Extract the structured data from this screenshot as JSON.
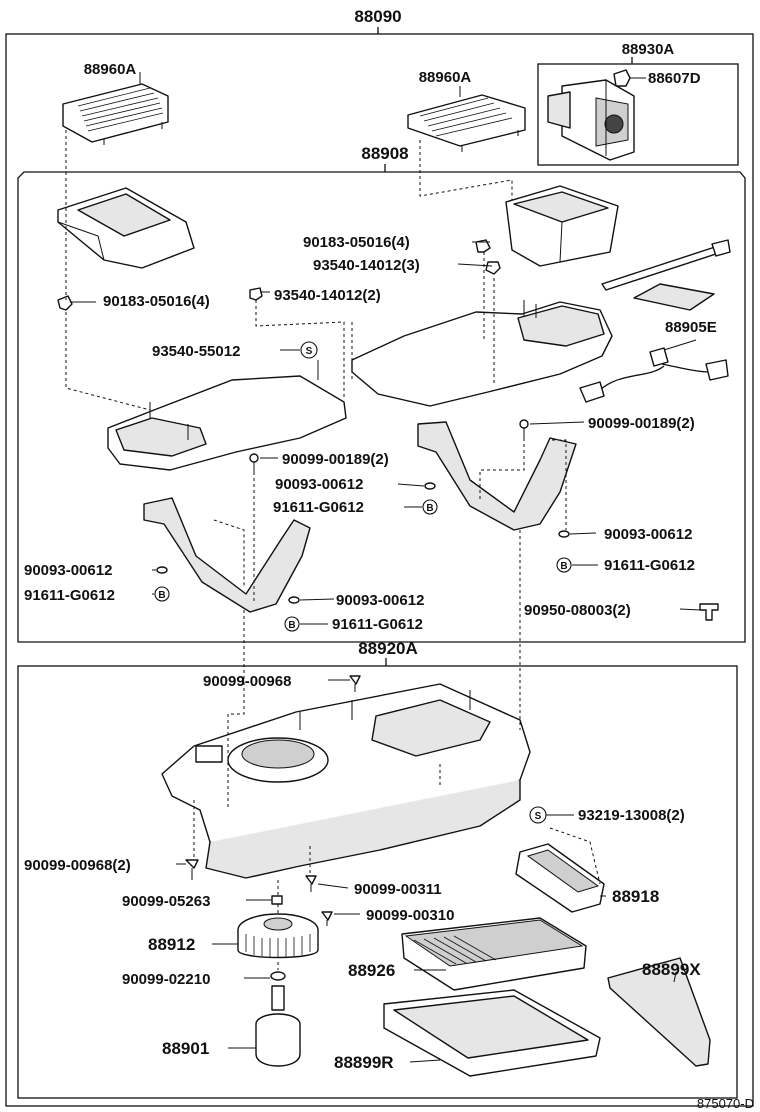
{
  "diagram": {
    "doc_ref": "875070-D",
    "labels": {
      "assembly_88090": "88090",
      "cover_left": "88960A",
      "cover_right": "88960A",
      "switch_88930a": "88930A",
      "bulb_88607d": "88607D",
      "duct_88908": "88908",
      "nut_90183_upper": "90183-05016(4)",
      "nut_90183_left": "90183-05016(4)",
      "clip_93540_14012_a": "93540-14012(3)",
      "clip_93540_14012_b": "93540-14012(2)",
      "wire_88905e": "88905E",
      "screw_93540_55012": "93540-55012",
      "screw_90099_00189_right": "90099-00189(2)",
      "screw_90099_00189_left": "90099-00189(2)",
      "washer_90093_00612_c": "90093-00612",
      "nut_91611_g0612_c": "91611-G0612",
      "washer_90093_00612_right": "90093-00612",
      "nut_91611_g0612_right": "91611-G0612",
      "washer_90093_00612_left": "90093-00612",
      "nut_91611_g0612_left": "91611-G0612",
      "washer_90093_00612_bottom": "90093-00612",
      "nut_91611_g0612_bottom": "91611-G0612",
      "bolt_90950_08003": "90950-08003(2)",
      "unit_88920a": "88920A",
      "screw_90099_00968_top": "90099-00968",
      "screw_93219_13008": "93219-13008(2)",
      "screw_90099_00968_left": "90099-00968(2)",
      "screw_90099_05263": "90099-05263",
      "screw_90099_00311": "90099-00311",
      "resistor_88918": "88918",
      "screw_90099_00310": "90099-00310",
      "fan_88912": "88912",
      "evaporator_88926": "88926",
      "cover_88899x": "88899X",
      "nut_90099_02210": "90099-02210",
      "motor_88901": "88901",
      "case_88899r": "88899R"
    },
    "marks": {
      "s": "S",
      "b": "B"
    }
  }
}
